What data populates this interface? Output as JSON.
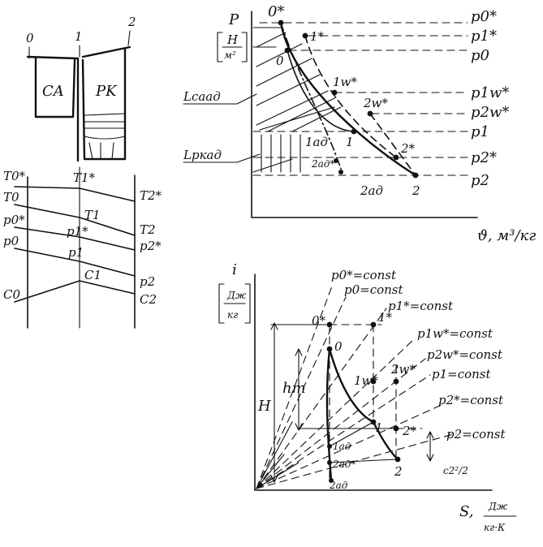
{
  "stage_diagram": {
    "section_labels": [
      "0",
      "1",
      "2"
    ],
    "nozzle_label": "CA",
    "rotor_label": "PK"
  },
  "distribution": {
    "left": [
      "T0*",
      "T0",
      "p0*",
      "p0",
      "C0"
    ],
    "right": [
      "T2*",
      "T2",
      "p2*",
      "p2",
      "C2"
    ],
    "mid": [
      "T1*",
      "T1",
      "p1*",
      "p1",
      "C1"
    ]
  },
  "pv_diagram": {
    "y_axis": "P",
    "y_unit_num": "H",
    "y_unit_den": "м²",
    "x_axis": "ϑ, м³/кг",
    "right_labels": [
      "p0*",
      "p1*",
      "p0",
      "p1w*",
      "p2w*",
      "p1",
      "p2*",
      "p2"
    ],
    "points": [
      "0*",
      "0",
      "1*",
      "1w*",
      "2w*",
      "1ад",
      "1",
      "2ад*",
      "2*",
      "2ад",
      "2"
    ],
    "work_labels": [
      "Lсаад",
      "Lркад"
    ]
  },
  "is_diagram": {
    "y_axis": "i",
    "y_unit_num": "Дж",
    "y_unit_den": "кг",
    "x_axis": "S,",
    "x_unit_num": "Дж",
    "x_unit_den": "кг·К",
    "isobars": [
      "p0*=const",
      "p0=const",
      "p1*=const",
      "p1w*=const",
      "p2w*=const",
      "p1=const",
      "p2*=const",
      "p2=const"
    ],
    "points": [
      "0*",
      "0",
      "1*",
      "1w*",
      "2w*",
      "1",
      "2*",
      "2",
      "1ад",
      "2ад*",
      "2ад"
    ],
    "heights": [
      "H",
      "hт"
    ],
    "kinetic": "c2²/2"
  }
}
